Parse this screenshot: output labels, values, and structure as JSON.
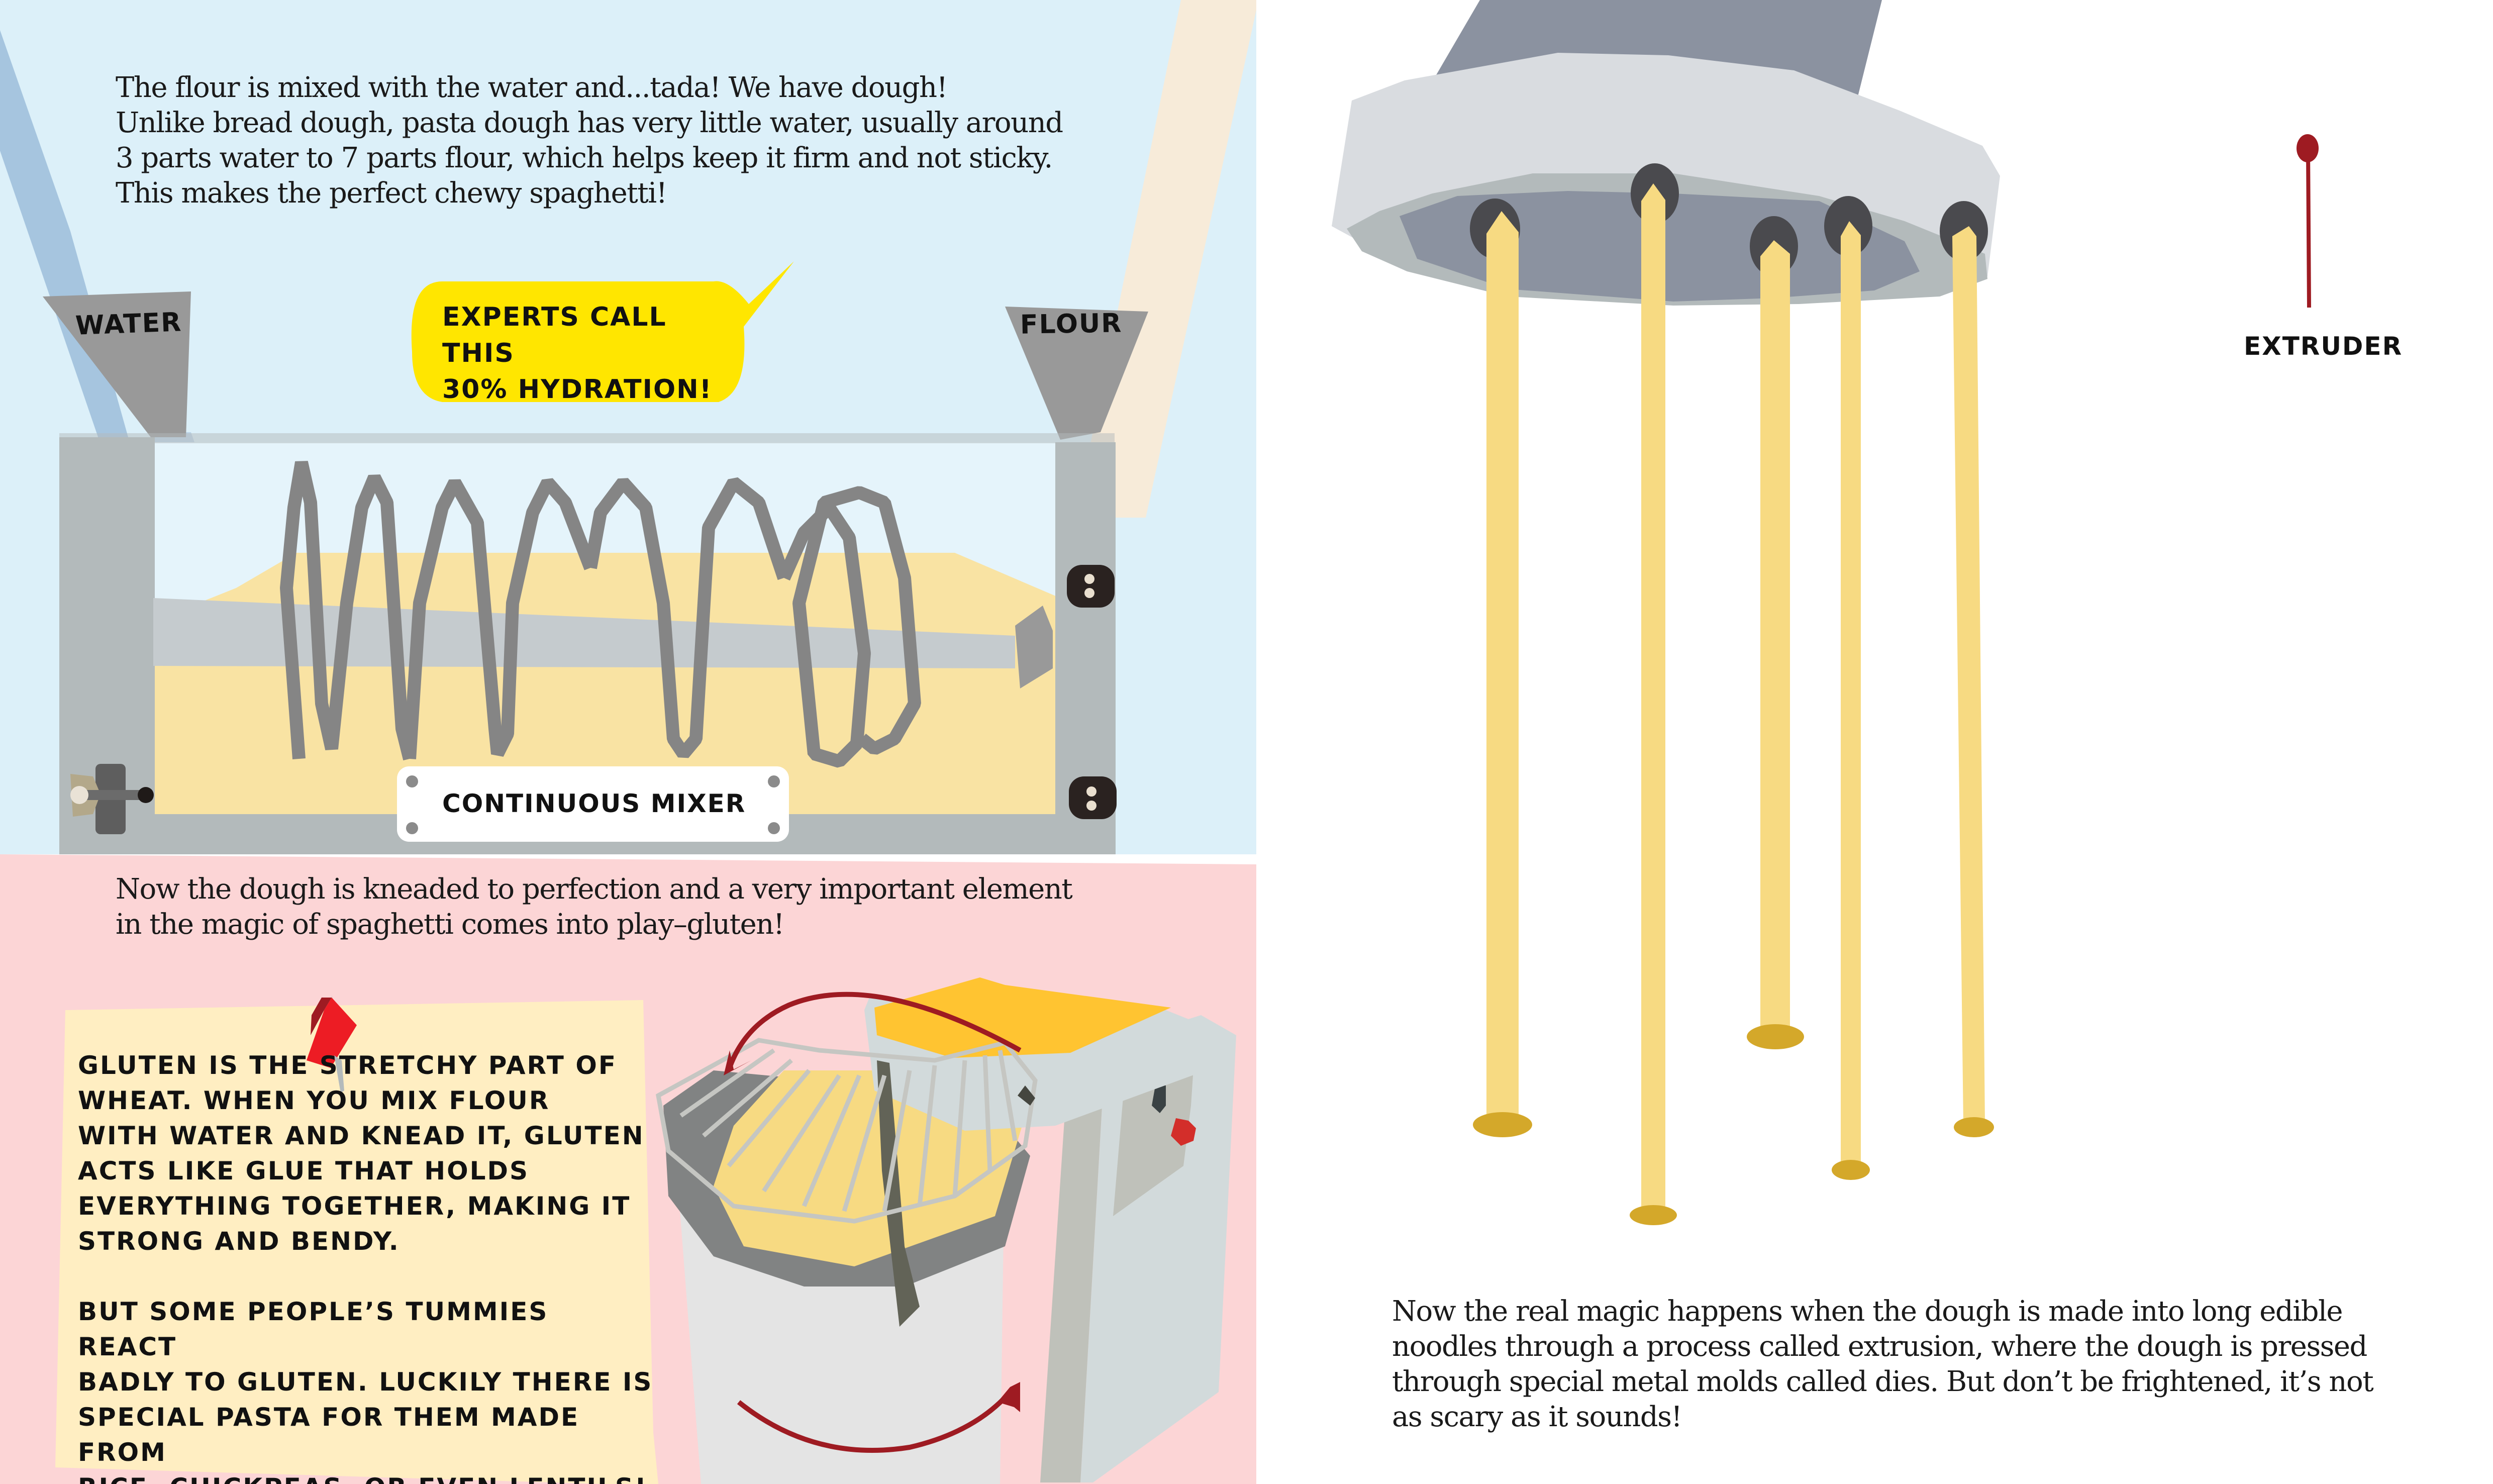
{
  "left_page": {
    "intro_paragraph": "The flour is mixed with the water and...tada! We have dough!\nUnlike bread dough, pasta dough has very little water, usually around\n3 parts water to 7 parts flour, which helps keep it firm and not sticky.\nThis makes the perfect chewy spaghetti!",
    "chute_labels": {
      "water": "WATER",
      "flour": "FLOUR"
    },
    "speech_bubble": "EXPERTS CALL THIS\n30% HYDRATION!",
    "mixer_nameplate": "CONTINUOUS MIXER",
    "gluten_intro": "Now the dough is kneaded to perfection and a very important element\nin the magic of spaghetti comes into play–gluten!",
    "sticky_note": "GLUTEN IS THE STRETCHY PART OF\nWHEAT. WHEN YOU MIX FLOUR\nWITH WATER AND KNEAD IT, GLUTEN\nACTS LIKE GLUE THAT HOLDS\nEVERYTHING TOGETHER, MAKING IT\nSTRONG AND BENDY.\n\nBUT SOME PEOPLE’S TUMMIES REACT\nBADLY TO GLUTEN. LUCKILY THERE IS\nSPECIAL PASTA FOR THEM MADE FROM\nRICE, CHICKPEAS, OR EVEN LENTILS!"
  },
  "right_page": {
    "extruder_label": "EXTRUDER",
    "extrusion_paragraph": "Now the real magic happens when the dough is made into long edible\nnoodles through a process called extrusion, where the dough is pressed\nthrough special metal molds called dies. But don’t be frightened, it’s not\nas scary as it sounds!",
    "noodle_count": 5
  },
  "colors": {
    "sky_blue": "#dcf0f9",
    "pink": "#fcd5d6",
    "sticky_note": "#ffeec2",
    "bubble_yellow": "#ffe600",
    "dough": "#f9e3a3",
    "noodle": "#f7da82",
    "noodle_tip": "#d4a82a",
    "steel": "#b3babb",
    "coil": "#858585",
    "extruder_top": "#8b92a0",
    "extruder_ring": "#d9dce0",
    "accent_red": "#9e1b22",
    "lid_orange": "#ffc431"
  }
}
